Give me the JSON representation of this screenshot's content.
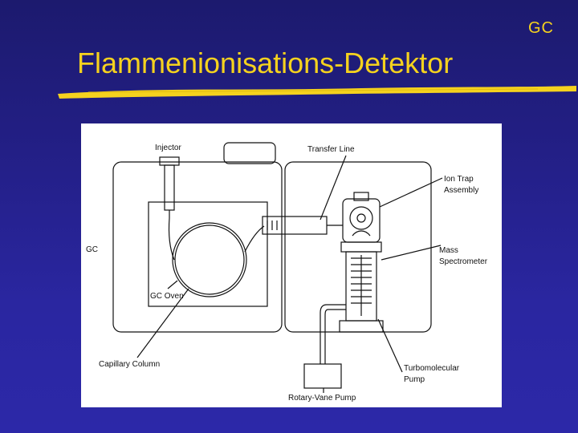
{
  "slide": {
    "corner_tag": "GC",
    "title": "Flammenionisations-Detektor"
  },
  "diagram": {
    "labels": {
      "injector": "Injector",
      "transfer_line": "Transfer Line",
      "ion_trap_line1": "Ion Trap",
      "ion_trap_line2": "Assembly",
      "gc": "GC",
      "mass_spec_line1": "Mass",
      "mass_spec_line2": "Spectrometer",
      "gc_oven": "GC Oven",
      "capillary_column": "Capillary Column",
      "turbo_line1": "Turbomolecular",
      "turbo_line2": "Pump",
      "rotary_vane_pump": "Rotary-Vane Pump"
    }
  },
  "colors": {
    "accent": "#f5d21e",
    "background": "#231f86",
    "figure_background": "#ffffff",
    "line": "#111111"
  }
}
